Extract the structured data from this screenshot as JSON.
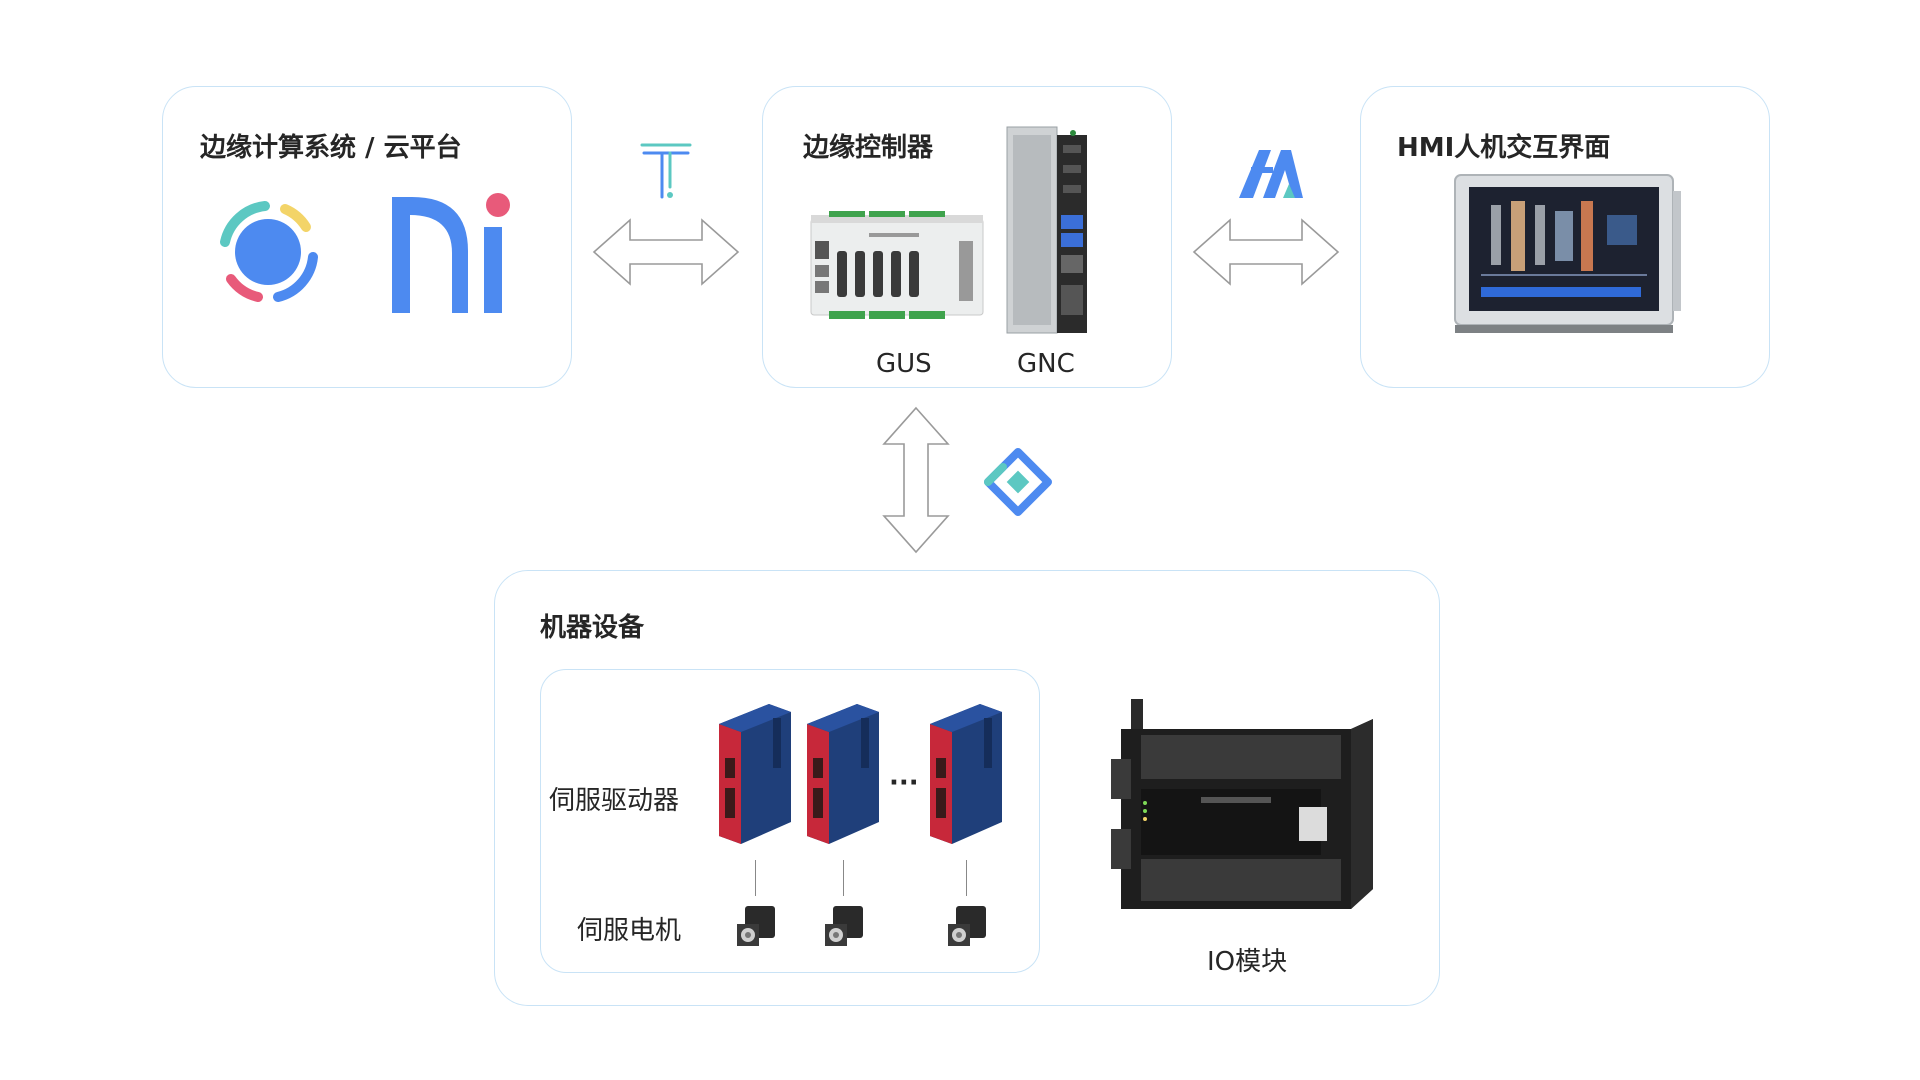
{
  "cards": {
    "edge_cloud": {
      "title": "边缘计算系统 / 云平台"
    },
    "edge_controller": {
      "title": "边缘控制器",
      "devices": [
        "GUS",
        "GNC"
      ]
    },
    "hmi": {
      "title": "HMI人机交互界面"
    },
    "machine": {
      "title": "机器设备",
      "servo_drive_label": "伺服驱动器",
      "servo_motor_label": "伺服电机",
      "ellipsis": "···",
      "io_module_label": "IO模块"
    }
  },
  "icons": {
    "edge_cloud": [
      "ring-logo-icon",
      "ni-logo-icon"
    ],
    "link_cloud": "t-protocol-icon",
    "link_hmi": "fa-protocol-icon",
    "link_machine": "diamond-protocol-icon"
  },
  "colors": {
    "card_border": "#c9e3f6",
    "blue": "#4d8af0",
    "teal": "#5cc8c2",
    "pink": "#e85a7a",
    "yellow": "#f3d468",
    "drive_red": "#c7283a",
    "drive_blue": "#1f3f7a"
  }
}
